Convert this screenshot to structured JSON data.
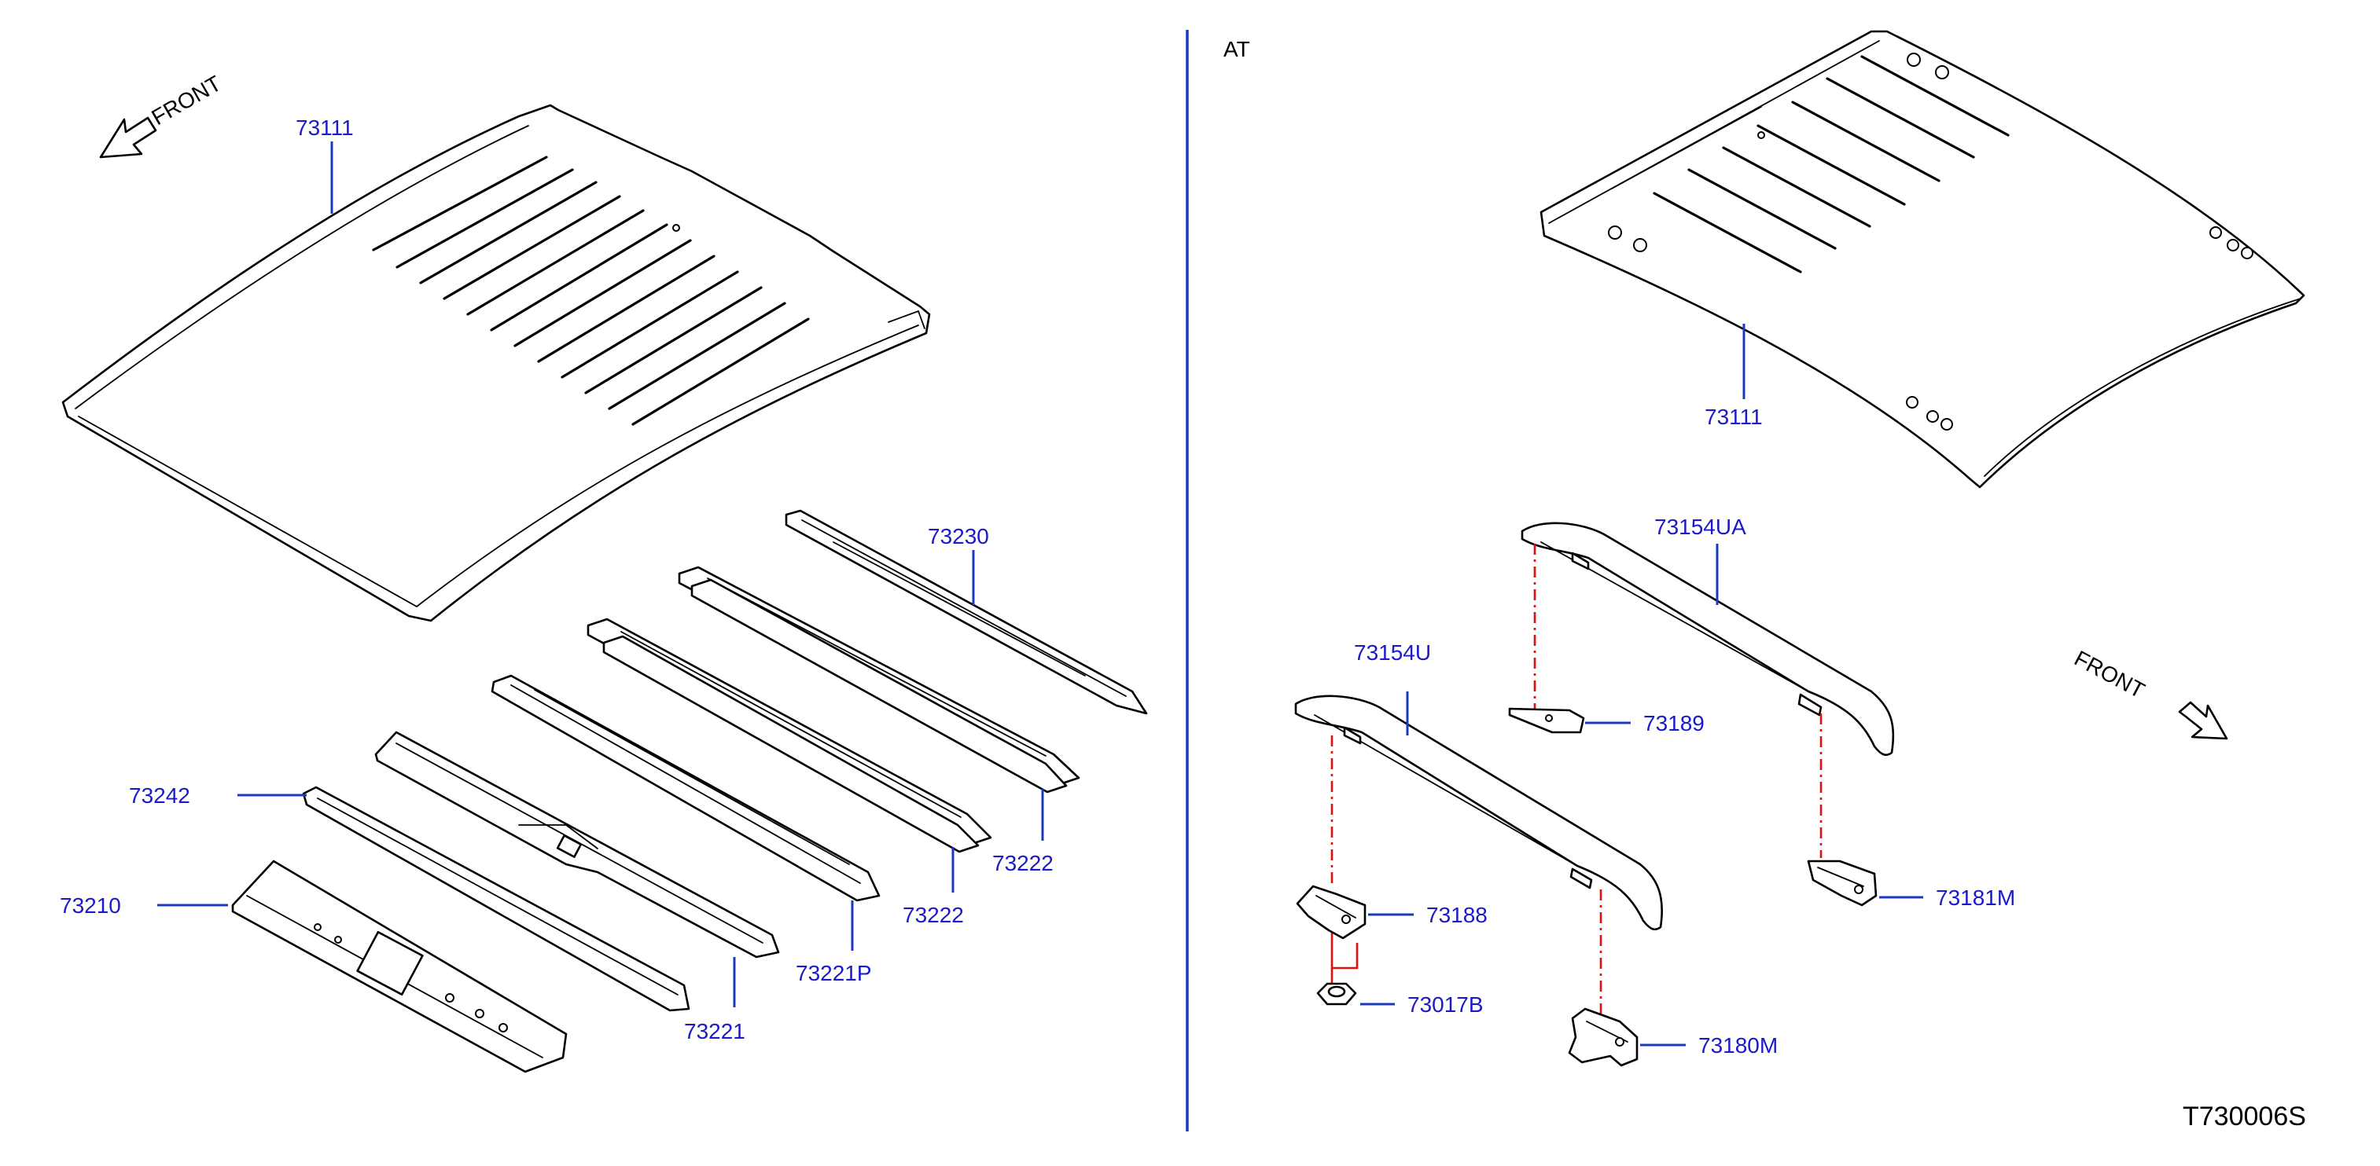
{
  "diagram": {
    "section_label": "AT",
    "document_code": "T730006S",
    "left_direction_label": "FRONT",
    "right_direction_label": "FRONT",
    "colors": {
      "label": "#1a1acc",
      "leader": "#1a3ab8",
      "divider": "#1a3ab8",
      "dash_line": "#e01010",
      "ink": "#000000"
    },
    "left_callouts": {
      "roof_panel": "73111",
      "rail_73230": "73230",
      "rail_73222_upper": "73222",
      "rail_73222_lower": "73222",
      "rail_73221p": "73221P",
      "rail_73221": "73221",
      "rail_73242": "73242",
      "rail_73210": "73210"
    },
    "right_callouts": {
      "roof_panel": "73111",
      "roof_rack_rh": "73154UA",
      "roof_rack_lh": "73154U",
      "bracket_73189": "73189",
      "bracket_73181m": "73181M",
      "bracket_73188": "73188",
      "nut_73017b": "73017B",
      "bracket_73180m": "73180M"
    }
  }
}
